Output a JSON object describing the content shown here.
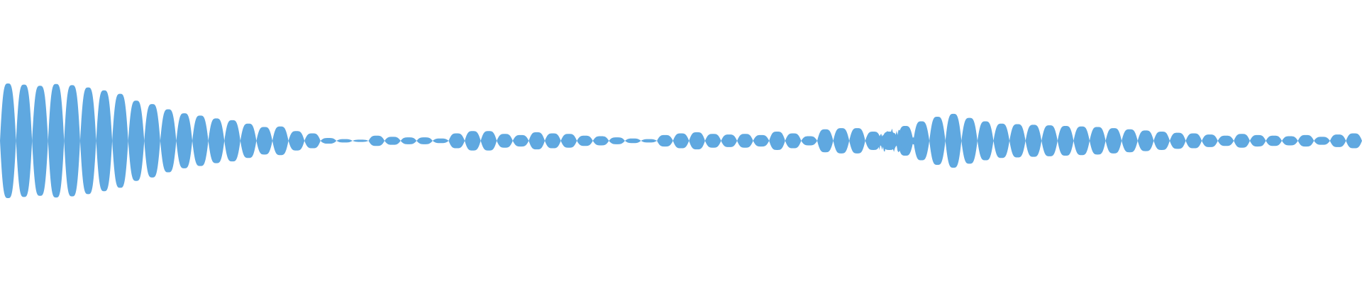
{
  "colors": {
    "background": "#ffffff",
    "waveform_fill": "#5fa8e0"
  },
  "waveform": {
    "lobes": [
      1.0,
      0.98,
      0.96,
      0.99,
      0.97,
      0.93,
      0.88,
      0.82,
      0.7,
      0.64,
      0.55,
      0.48,
      0.44,
      0.39,
      0.36,
      0.3,
      0.24,
      0.25,
      0.17,
      0.13,
      0.05,
      0.03,
      0.02,
      0.09,
      0.07,
      0.06,
      0.06,
      0.04,
      0.13,
      0.17,
      0.17,
      0.12,
      0.1,
      0.15,
      0.13,
      0.12,
      0.09,
      0.08,
      0.06,
      0.04,
      0.03,
      0.1,
      0.13,
      0.15,
      0.12,
      0.11,
      0.12,
      0.1,
      0.16,
      0.13,
      0.08,
      0.2,
      0.22,
      0.22,
      0.16,
      0.16,
      0.26,
      0.34,
      0.42,
      0.47,
      0.4,
      0.34,
      0.3,
      0.29,
      0.28,
      0.27,
      0.26,
      0.25,
      0.24,
      0.22,
      0.2,
      0.18,
      0.16,
      0.14,
      0.13,
      0.11,
      0.09,
      0.12,
      0.1,
      0.09,
      0.08,
      0.1,
      0.07,
      0.11,
      0.13
    ],
    "noise_region": [
      0.635,
      0.675
    ],
    "noise_level": 0.22
  }
}
